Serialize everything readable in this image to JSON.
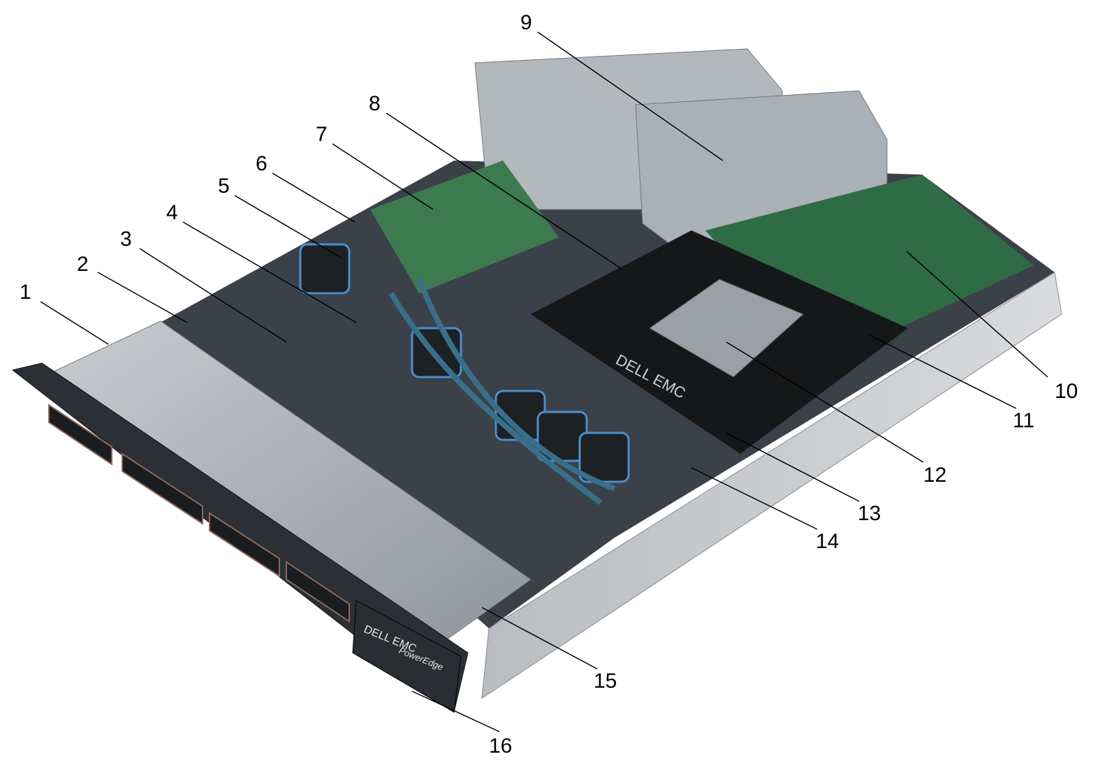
{
  "figure": {
    "type": "server-internal-view",
    "callouts": [
      "1",
      "2",
      "3",
      "4",
      "5",
      "6",
      "7",
      "8",
      "9",
      "10",
      "11",
      "12",
      "13",
      "14",
      "15",
      "16"
    ],
    "bezel_brand": "DELL EMC",
    "bezel_model": "PowerEdge",
    "shroud_brand": "DELL EMC"
  }
}
